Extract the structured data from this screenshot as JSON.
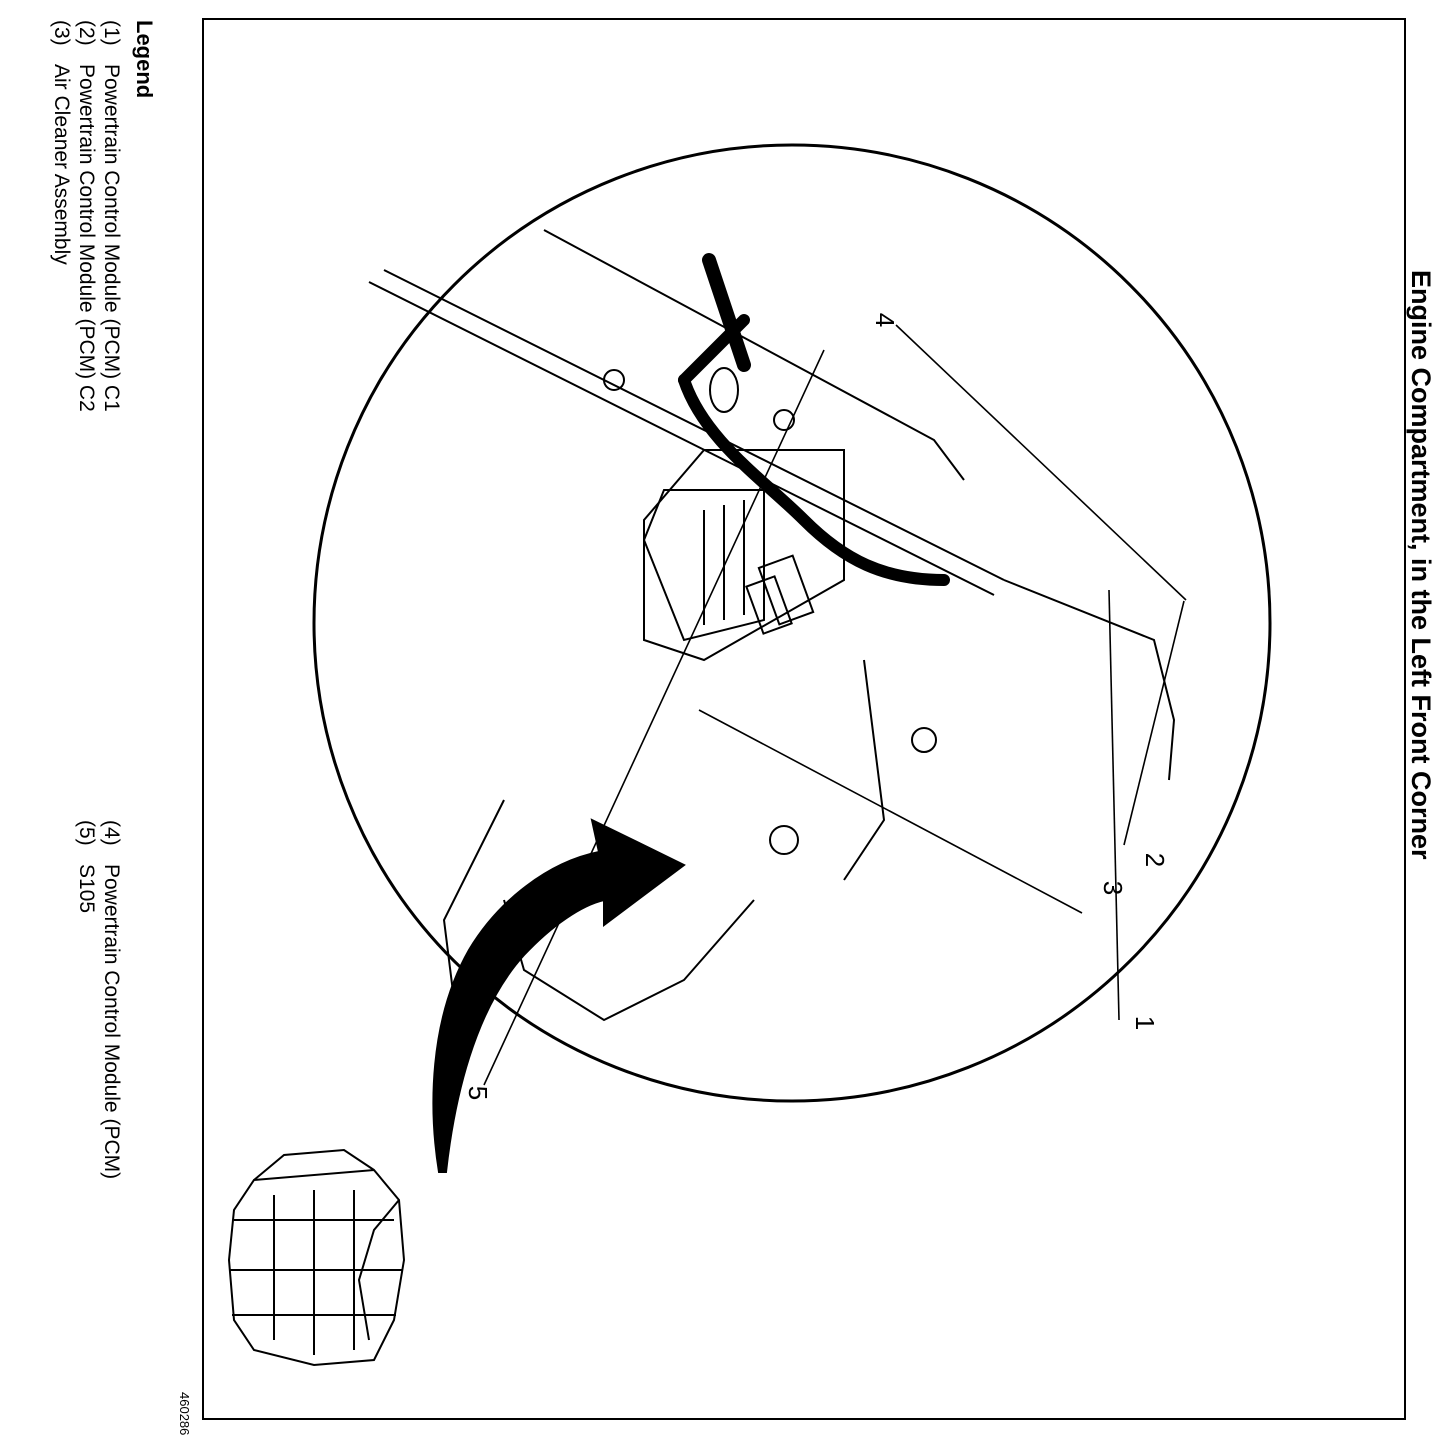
{
  "title": "Engine Compartment, in the Left Front Corner",
  "figure_id": "460286",
  "legend": {
    "heading": "Legend",
    "items": [
      {
        "num": "(1)",
        "label": "Powertrain Control Module (PCM) C1"
      },
      {
        "num": "(2)",
        "label": "Powertrain Control Module (PCM) C2"
      },
      {
        "num": "(3)",
        "label": "Air Cleaner Assembly"
      },
      {
        "num": "(4)",
        "label": "Powertrain Control Module (PCM)"
      },
      {
        "num": "(5)",
        "label": "S105"
      }
    ]
  },
  "callouts": [
    "1",
    "2",
    "3",
    "4",
    "5"
  ]
}
